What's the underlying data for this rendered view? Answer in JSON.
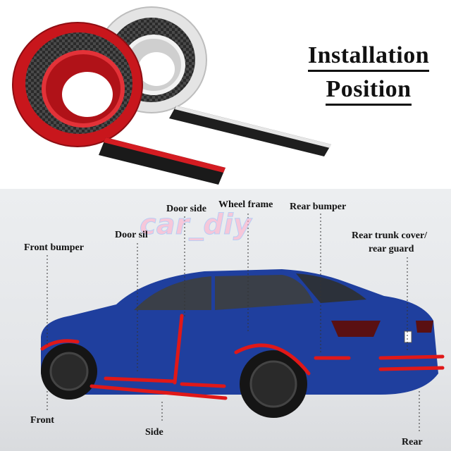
{
  "heading": {
    "line1": "Installation",
    "line2": "Position"
  },
  "watermark": "car_diy",
  "labels": {
    "door_side": "Door side",
    "wheel_frame": "Wheel frame",
    "rear_bumper": "Rear bumper",
    "door_sill": "Door sil",
    "front_bumper": "Front bumper",
    "rear_trunk_1": "Rear trunk cover/",
    "rear_trunk_2": "rear guard",
    "front": "Front",
    "side": "Side",
    "rear": "Rear"
  },
  "colors": {
    "car_body": "#1f3f9e",
    "trim_red": "#e01818",
    "roll_red": "#c8161c",
    "carbon": "#2b2b2b",
    "silver": "#d9d9d9"
  }
}
